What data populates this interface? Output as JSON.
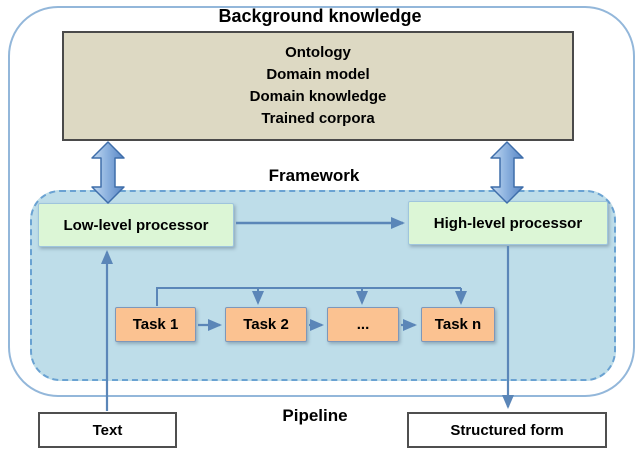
{
  "background_knowledge": {
    "title": "Background knowledge",
    "items": [
      "Ontology",
      "Domain model",
      "Domain knowledge",
      "Trained corpora"
    ]
  },
  "framework": {
    "title": "Framework",
    "low_processor": "Low-level processor",
    "high_processor": "High-level processor",
    "tasks": [
      "Task 1",
      "Task 2",
      "...",
      "Task n"
    ]
  },
  "pipeline": {
    "title": "Pipeline",
    "input_label": "Text",
    "output_label": "Structured form"
  },
  "colors": {
    "arrow_blue": "#5b86b8",
    "outer_border_blue": "#93b7da",
    "framework_fill": "#bedde9",
    "framework_border": "#6aa2d2",
    "knowledge_box_fill": "#ddd9c3",
    "processor_fill": "#dcf6d6",
    "task_fill": "#fbc291",
    "io_box_border": "#4f4f4f"
  }
}
